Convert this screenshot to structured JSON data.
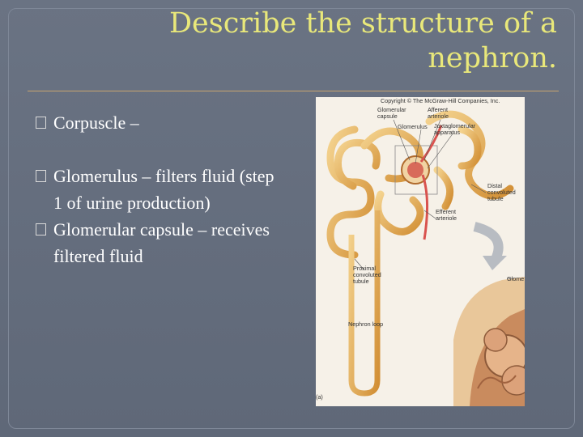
{
  "slide": {
    "title_line1": "Describe the structure of a",
    "title_line2": "nephron.",
    "bullets": [
      "Corpuscle –",
      "Glomerulus – filters fluid (step 1 of urine production)",
      "Glomerular capsule – receives filtered fluid"
    ]
  },
  "figure": {
    "copyright": "Copyright © The McGraw-Hill Companies, Inc.",
    "labels": {
      "glomerular_capsule_1": "Glomerular",
      "glomerular_capsule_2": "capsule",
      "afferent_1": "Afferent",
      "afferent_2": "arteriole",
      "glomerulus": "Glomerulus",
      "juxta_1": "Juxtaglomerular",
      "juxta_2": "apparatus",
      "distal_1": "Distal",
      "distal_2": "convoluted",
      "distal_3": "tubule",
      "efferent_1": "Efferent",
      "efferent_2": "arteriole",
      "proximal_1": "Proximal",
      "proximal_2": "convoluted",
      "proximal_3": "tubule",
      "glome_cut": "Glome",
      "nephron_loop": "Nephron loop",
      "panel": "(a)"
    },
    "colors": {
      "tubule": "#e0a64a",
      "tubule_light": "#f2cf8a",
      "vessel": "#d9534f",
      "arrow": "#b8bcc2"
    }
  }
}
